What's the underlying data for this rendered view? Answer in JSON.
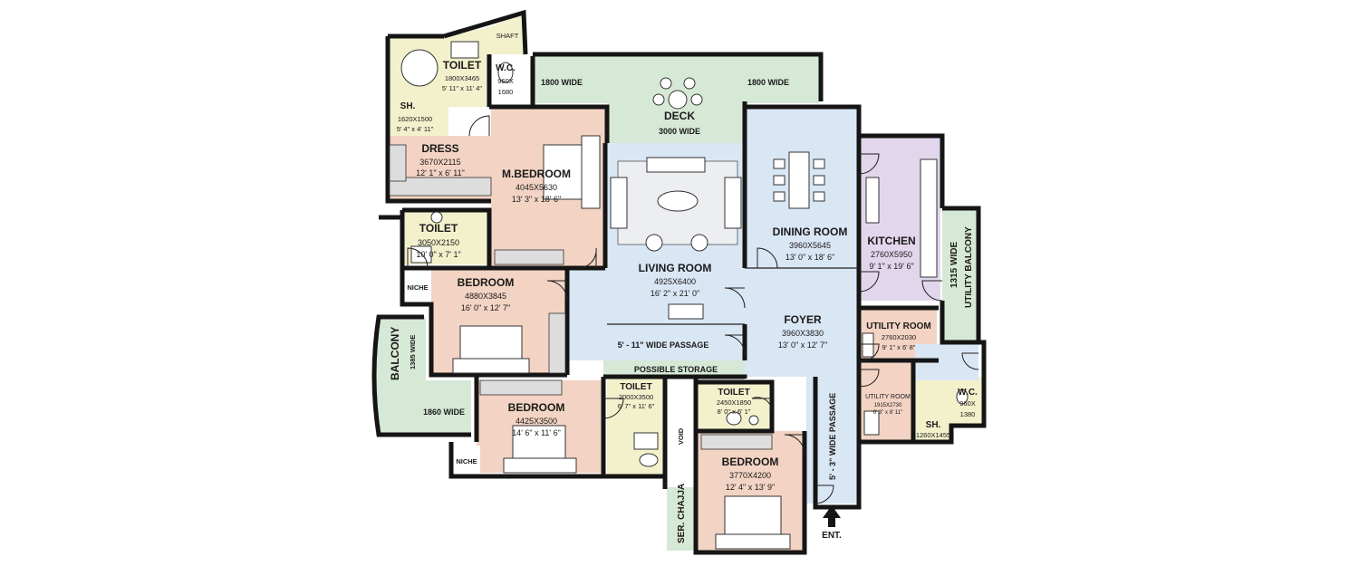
{
  "colors": {
    "bedroom": "#f3d3c3",
    "living": "#d9e6f4",
    "wet": "#f3f0cc",
    "deck": "#d6e8d6",
    "kitchen": "#e2d6ec",
    "walls": "#151515"
  },
  "rooms": {
    "toilet_master": {
      "name": "TOILET",
      "dim_mm": "1800X3465",
      "dim_ft": "5' 11\" x 11' 4\""
    },
    "wc_master": {
      "name": "W.C.",
      "dim_mm": "960X",
      "dim_mm2": "1680"
    },
    "shaft": {
      "name": "SHAFT"
    },
    "shower_master": {
      "name": "SH.",
      "dim_mm": "1620X1500",
      "dim_ft": "5' 4\" x 4' 11\""
    },
    "dress": {
      "name": "DRESS",
      "dim_mm": "3670X2115",
      "dim_ft": "12' 1\" x 6' 11\""
    },
    "master_bedroom": {
      "name": "M.BEDROOM",
      "dim_mm": "4045X5630",
      "dim_ft": "13' 3\" x 18' 6\""
    },
    "deck": {
      "name": "DECK",
      "width": "3000 WIDE",
      "left_width": "1800 WIDE",
      "right_width": "1800 WIDE"
    },
    "living_room": {
      "name": "LIVING ROOM",
      "dim_mm": "4925X6400",
      "dim_ft": "16' 2\" x 21' 0\""
    },
    "dining_room": {
      "name": "DINING ROOM",
      "dim_mm": "3960X5645",
      "dim_ft": "13' 0\" x 18' 6\""
    },
    "kitchen": {
      "name": "KITCHEN",
      "dim_mm": "2760X5950",
      "dim_ft": "9' 1\" x 19' 6\""
    },
    "utility_balcony": {
      "name": "1315 WIDE",
      "name2": "UTILITY BALCONY"
    },
    "toilet_2": {
      "name": "TOILET",
      "dim_mm": "3050X2150",
      "dim_ft": "10' 0\" x 7' 1\""
    },
    "niche_1": {
      "name": "NICHE"
    },
    "bedroom_1": {
      "name": "BEDROOM",
      "dim_mm": "4880X3845",
      "dim_ft": "16' 0\" x 12' 7\""
    },
    "balcony": {
      "name": "BALCONY",
      "width": "1385 WIDE",
      "width2": "1860 WIDE"
    },
    "foyer": {
      "name": "FOYER",
      "dim_mm": "3960X3830",
      "dim_ft": "13' 0\" x 12' 7\""
    },
    "utility_room_1": {
      "name": "UTILITY ROOM",
      "dim_mm": "2760X2030",
      "dim_ft": "9' 1\" x 6' 8\""
    },
    "utility_room_2": {
      "name": "UTILITY ROOM",
      "dim_mm": "1915X2730",
      "dim_ft": "6' 3\" x 8' 11\""
    },
    "wc_utility": {
      "name": "W.C.",
      "dim_mm": "960X",
      "dim_mm2": "1380"
    },
    "shower_utility": {
      "name": "SH.",
      "dim_mm": "1260X1455"
    },
    "passage": {
      "name": "5' - 11\" WIDE PASSAGE"
    },
    "possible_storage": {
      "name": "POSSIBLE STORAGE"
    },
    "bedroom_2": {
      "name": "BEDROOM",
      "dim_mm": "4425X3500",
      "dim_ft": "14' 6\" x 11' 6\""
    },
    "niche_2": {
      "name": "NICHE"
    },
    "toilet_3": {
      "name": "TOILET",
      "dim_mm": "2000X3500",
      "dim_ft": "6' 7\" x 11' 6\""
    },
    "toilet_4": {
      "name": "TOILET",
      "dim_mm": "2450X1850",
      "dim_ft": "8' 0\" x 6' 1\""
    },
    "void": {
      "name": "VOID"
    },
    "ser_chajja": {
      "name": "SER. CHAJJA"
    },
    "bedroom_3": {
      "name": "BEDROOM",
      "dim_mm": "3770X4200",
      "dim_ft": "12' 4\" x 13' 9\""
    },
    "wide_passage": {
      "name": "5' - 3\" WIDE PASSAGE"
    },
    "entrance": {
      "name": "ENT."
    }
  }
}
